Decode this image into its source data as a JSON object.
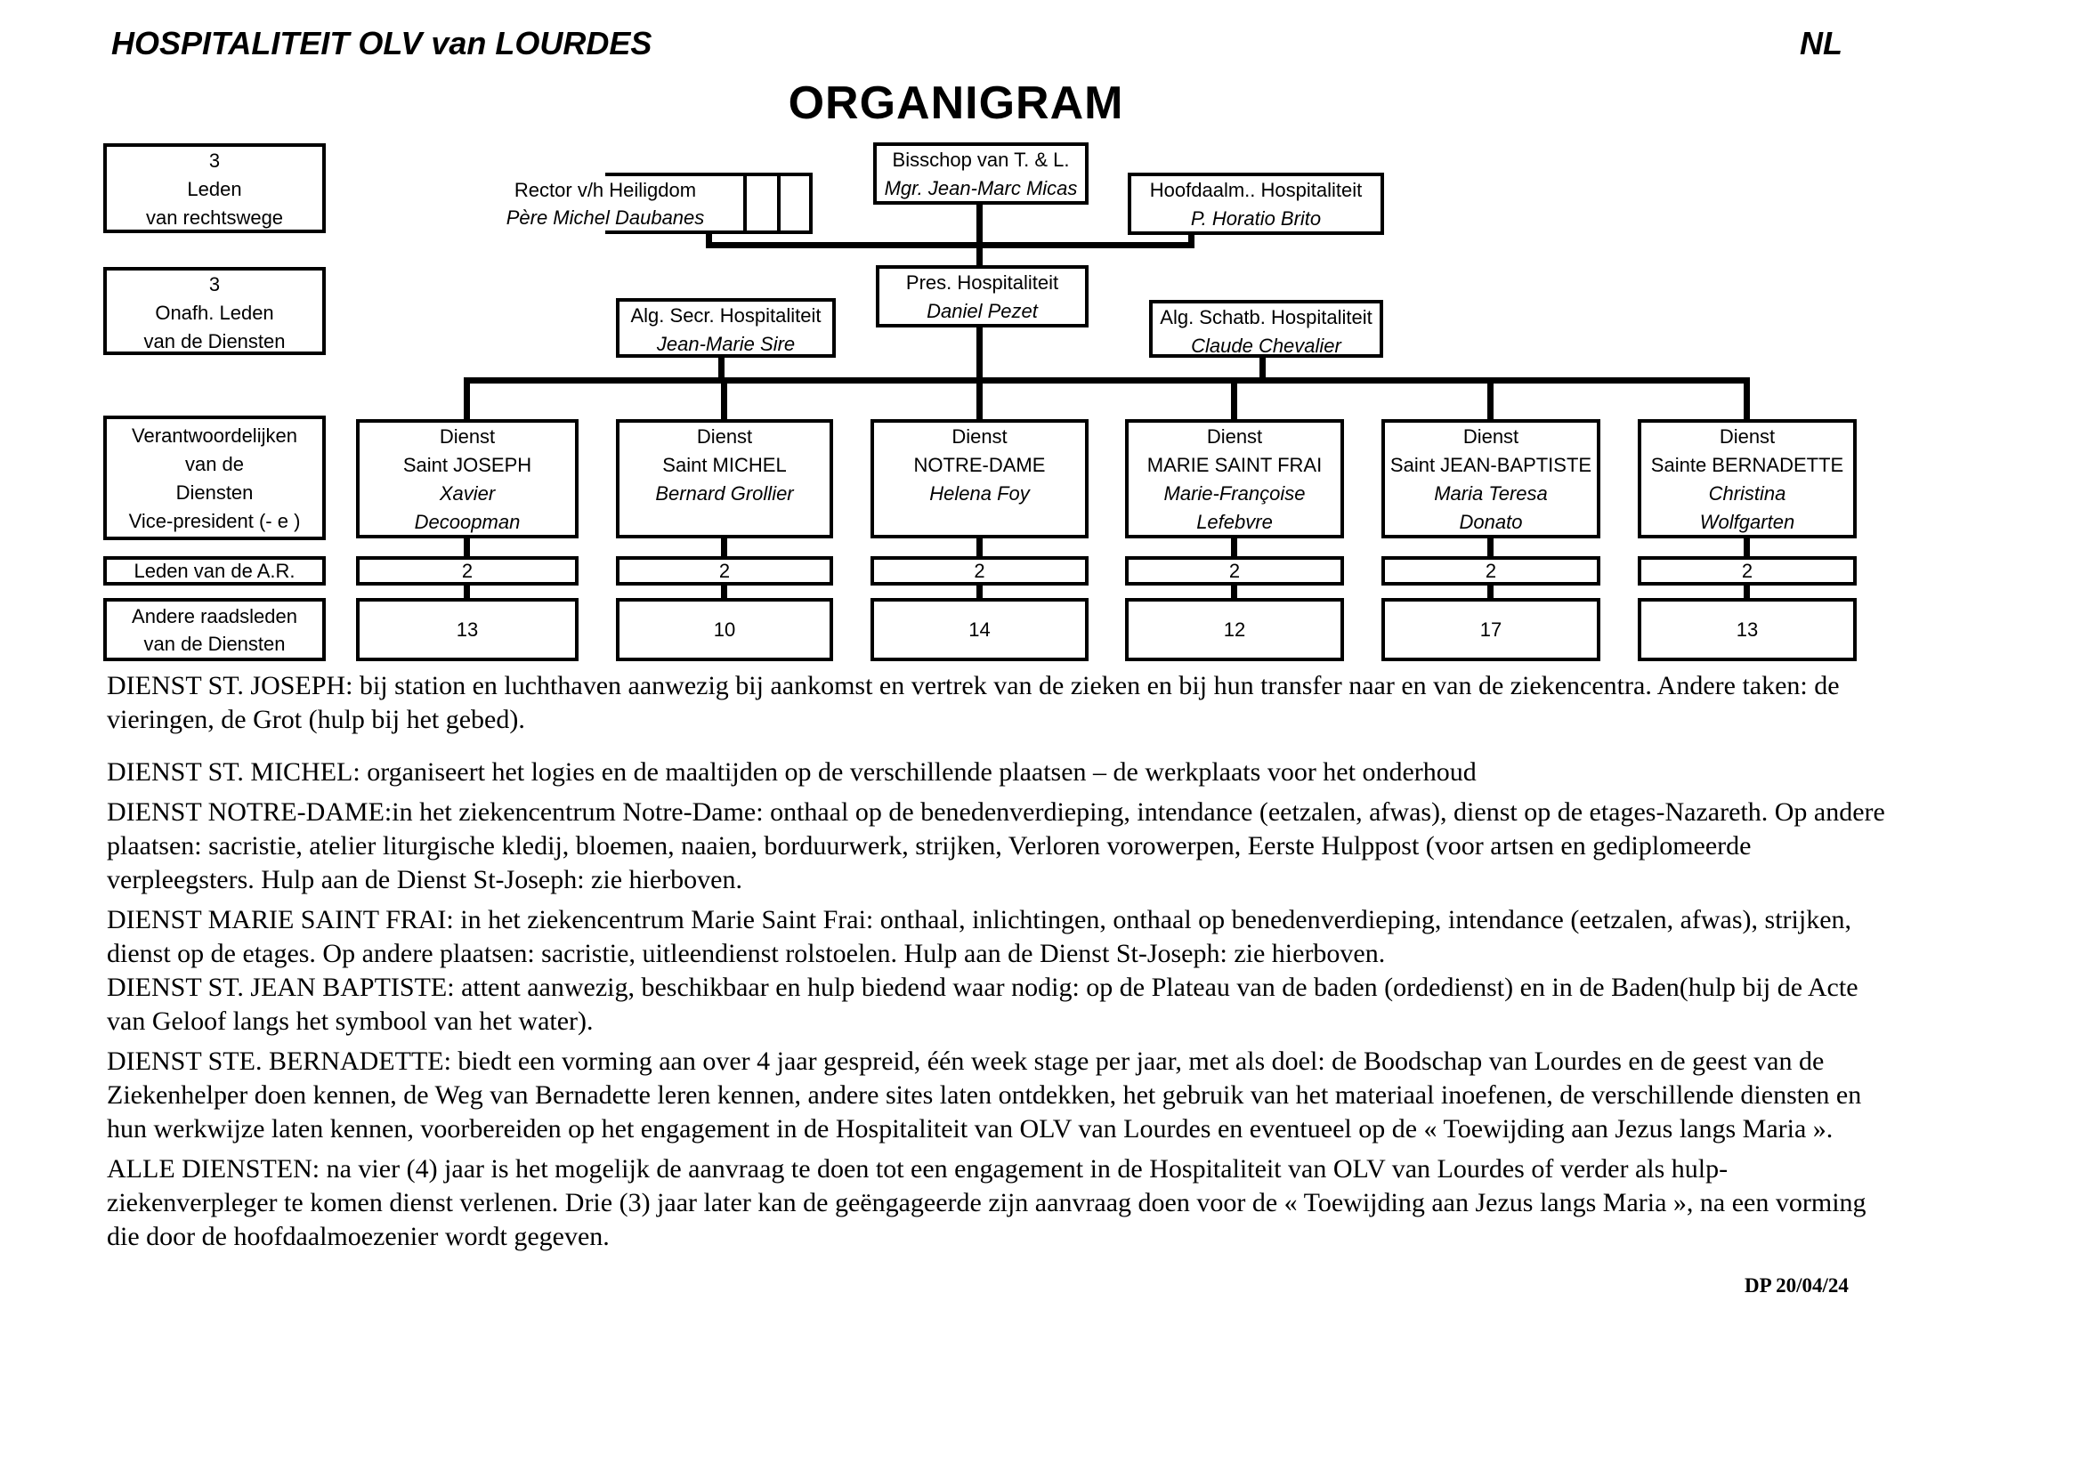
{
  "header": {
    "title": "HOSPITALITEIT OLV van LOURDES",
    "lang": "NL"
  },
  "title": "ORGANIGRAM",
  "chart": {
    "leden_rechtswege": {
      "lines": [
        "3",
        "Leden",
        "van rechtswege"
      ]
    },
    "onafh_leden": {
      "lines": [
        "3",
        "Onafh. Leden",
        "van de Diensten"
      ]
    },
    "rector": {
      "role": "Rector v/h Heiligdom",
      "name": "Père Michel Daubanes"
    },
    "bisschop": {
      "role": "Bisschop van T. & L.",
      "name": "Mgr. Jean-Marc Micas"
    },
    "hoofdaalmoezenier": {
      "role": "Hoofdaalm.. Hospitaliteit",
      "name": "P. Horatio Brito"
    },
    "secretaris": {
      "role": "Alg. Secr. Hospitaliteit",
      "name": "Jean-Marie Sire"
    },
    "president": {
      "role": "Pres. Hospitaliteit",
      "name": "Daniel Pezet"
    },
    "schatbewaarder": {
      "role": "Alg. Schatb. Hospitaliteit",
      "name": "Claude Chevalier"
    },
    "verantwoordelijken": {
      "lines": [
        "Verantwoordelijken",
        "van de",
        "Diensten",
        "Vice-president (- e )"
      ]
    },
    "leden_ar_label": "Leden van de A.R.",
    "andere_label": {
      "lines": [
        "Andere raadsleden",
        "van de Diensten"
      ]
    },
    "diensten": [
      {
        "dept": [
          "Dienst",
          "Saint JOSEPH"
        ],
        "name": [
          "Xavier",
          "Decoopman"
        ],
        "leden_ar": "2",
        "andere": "13"
      },
      {
        "dept": [
          "Dienst",
          "Saint MICHEL"
        ],
        "name": [
          "Bernard Grollier"
        ],
        "leden_ar": "2",
        "andere": "10"
      },
      {
        "dept": [
          "Dienst",
          "NOTRE-DAME"
        ],
        "name": [
          "Helena Foy"
        ],
        "leden_ar": "2",
        "andere": "14"
      },
      {
        "dept": [
          "Dienst",
          "MARIE SAINT FRAI"
        ],
        "name": [
          "Marie-Françoise",
          "Lefebvre"
        ],
        "leden_ar": "2",
        "andere": "12"
      },
      {
        "dept": [
          "Dienst",
          "Saint JEAN-BAPTISTE"
        ],
        "name": [
          "Maria Teresa",
          "Donato"
        ],
        "leden_ar": "2",
        "andere": "17"
      },
      {
        "dept": [
          "Dienst",
          "Sainte BERNADETTE"
        ],
        "name": [
          "Christina",
          "Wolfgarten"
        ],
        "leden_ar": "2",
        "andere": "13"
      }
    ]
  },
  "paragraphs": [
    "DIENST ST. JOSEPH: bij station en luchthaven aanwezig bij aankomst en vertrek van de zieken en bij hun transfer naar en van de ziekencentra. Andere taken: de vieringen, de Grot (hulp bij het gebed).",
    "DIENST ST. MICHEL: organiseert het logies en de maaltijden op de verschillende plaatsen – de werkplaats voor het onderhoud",
    "DIENST NOTRE-DAME:in het ziekencentrum Notre-Dame: onthaal op de benedenverdieping, intendance (eetzalen, afwas), dienst op de etages-Nazareth. Op andere plaatsen: sacristie, atelier liturgische kledij, bloemen, naaien, borduurwerk, strijken, Verloren vorowerpen, Eerste Hulppost (voor artsen en gediplomeerde verpleegsters. Hulp aan de Dienst St-Joseph: zie hierboven.",
    "DIENST MARIE SAINT FRAI: in het ziekencentrum Marie Saint Frai: onthaal, inlichtingen, onthaal op benedenverdieping, intendance (eetzalen, afwas), strijken, dienst op de etages. Op andere plaatsen: sacristie, uitleendienst rolstoelen. Hulp aan de Dienst St-Joseph: zie hierboven.",
    "DIENST ST. JEAN BAPTISTE: attent aanwezig, beschikbaar en hulp biedend waar nodig: op de Plateau van de baden (ordedienst) en in de Baden(hulp bij de Acte van Geloof langs het symbool van het water).",
    "DIENST STE. BERNADETTE: biedt een vorming aan over 4 jaar gespreid, één week stage per jaar, met als doel: de Boodschap van Lourdes en de geest van de Ziekenhelper doen kennen, de Weg van Bernadette leren kennen, andere sites laten ontdekken, het gebruik van het materiaal inoefenen, de verschillende diensten en hun werkwijze laten kennen, voorbereiden op het engagement in de Hospitaliteit van OLV van Lourdes en eventueel op de « Toewijding aan Jezus langs Maria ».",
    "ALLE DIENSTEN:  na vier (4) jaar is het mogelijk de aanvraag te doen tot een engagement in de Hospitaliteit van OLV van Lourdes of verder als hulp-ziekenverpleger te komen dienst verlenen. Drie (3) jaar later kan de geëngageerde zijn aanvraag doen voor de « Toewijding aan Jezus langs Maria », na een vorming die door de hoofdaalmoezenier wordt gegeven."
  ],
  "stamp": "DP 20/04/24"
}
